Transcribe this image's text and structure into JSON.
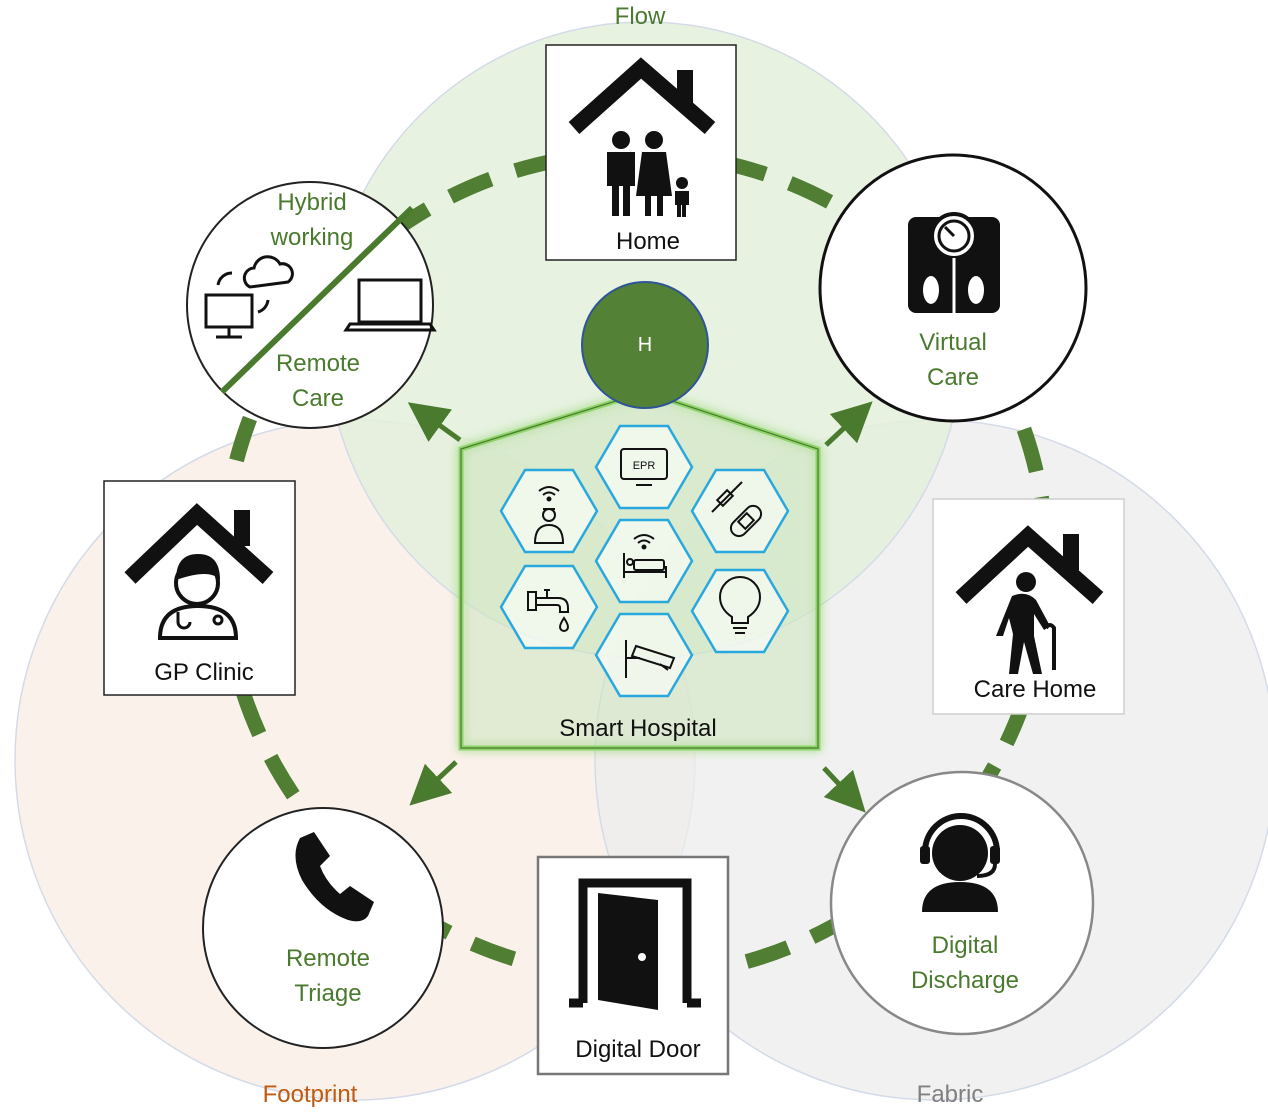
{
  "circles": {
    "flow": {
      "label": "Flow",
      "color": "#4a7a2e"
    },
    "footprint": {
      "label": "Footprint",
      "color": "#c05a10"
    },
    "fabric": {
      "label": "Fabric",
      "color": "#808080"
    }
  },
  "nodes": {
    "home": {
      "label": "Home",
      "icon": "family-house-icon"
    },
    "hybrid": {
      "top_label": "Hybrid working",
      "top_line1": "Hybrid",
      "top_line2": "working",
      "bottom_line1": "Remote",
      "bottom_line2": "Care",
      "icons": [
        "cloud-sync-computer-icon",
        "laptop-icon"
      ]
    },
    "virtual_care": {
      "line1": "Virtual",
      "line2": "Care",
      "icon": "smart-scale-icon"
    },
    "gp_clinic": {
      "label": "GP Clinic",
      "icon": "doctor-house-icon"
    },
    "care_home": {
      "label": "Care Home",
      "icon": "elderly-house-icon"
    },
    "remote_triage": {
      "line1": "Remote",
      "line2": "Triage",
      "icon": "phone-icon"
    },
    "digital_door": {
      "label": "Digital Door",
      "icon": "door-icon"
    },
    "digital_discharge": {
      "line1": "Digital",
      "line2": "Discharge",
      "icon": "headset-agent-icon"
    }
  },
  "hospital": {
    "badge": "H",
    "label": "Smart Hospital",
    "hex_icons": [
      "epr-monitor-icon",
      "wifi-nurse-icon",
      "syringe-plaster-icon",
      "wifi-bed-icon",
      "tap-water-icon",
      "light-bulb-icon",
      "cctv-camera-icon"
    ],
    "epr_text": "EPR"
  },
  "colors": {
    "accent_green": "#4a7a2e",
    "hex_blue": "#29a8e0",
    "flow_fill": "#e8f2e2",
    "footprint_fill": "#f9ece4",
    "fabric_fill": "#ececec"
  }
}
